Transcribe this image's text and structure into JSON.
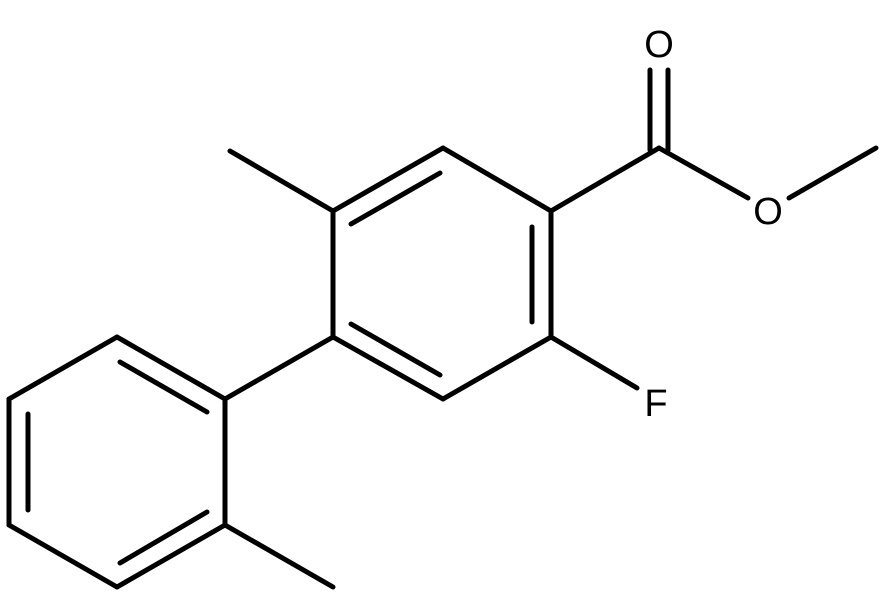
{
  "molecule": {
    "atoms": {
      "oxygen_carbonyl": "O",
      "oxygen_ester": "O",
      "fluorine": "F"
    }
  },
  "colors": {
    "bond": "#000000",
    "background": "#ffffff"
  }
}
